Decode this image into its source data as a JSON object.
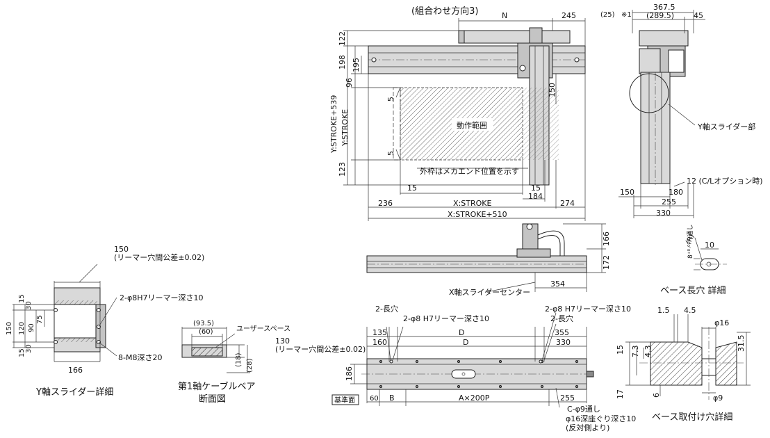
{
  "labels": {
    "dir_title": "(組合わせ方向3)",
    "N": "N",
    "d245": "245",
    "d122": "122",
    "d198": "198",
    "d195": "195",
    "d96": "96",
    "y_stroke_539": "Y:STROKE+539",
    "y_stroke": "Y:STROKE",
    "d123": "123",
    "d5a": "5",
    "d5b": "5",
    "d150v": "150",
    "motion_range": "動作範囲",
    "frame_note": "外枠はメカエンド位置を示す",
    "d15a": "15",
    "d15b": "15",
    "d184": "184",
    "d236": "236",
    "x_stroke": "X:STROKE",
    "d274": "274",
    "x_stroke_510": "X:STROKE+510",
    "d166v": "166",
    "d172": "172",
    "x_slider_center": "X軸スライダーセンター",
    "d354": "354",
    "side_25": "(25)",
    "side_note1": "※1",
    "side_3675": "367.5",
    "side_2895": "(289.5)",
    "side_45": "45",
    "y_slider_part": "Y軸スライダー部",
    "cl_option": "12 (C/Lオプション時)",
    "side_150": "150",
    "side_180": "180",
    "side_255": "255",
    "side_330": "330",
    "slot_R": "(R)",
    "slot_8tol": "8⁺⁰·⁰¹⁵₀通し",
    "slot_10": "10",
    "slot_title": "ベース長穴 詳細",
    "ys_150": "150",
    "ys_reamer_tol": "(リーマー穴間公差±0.02)",
    "ys_pin": "2-φ8H7リーマー深さ10",
    "ys_tap": "8-M8深さ20",
    "ys_15a": "15",
    "ys_30a": "30",
    "ys_150v": "150",
    "ys_120": "120",
    "ys_90": "90",
    "ys_75": "75",
    "ys_15b": "15",
    "ys_30b": "30",
    "ys_166": "166",
    "ys_title": "Y軸スライダー詳細",
    "cb_935": "(93.5)",
    "cb_60": "(60)",
    "cb_user_space": "ユーザースペース",
    "cb_18": "(18)",
    "cb_28": "(28)",
    "cb_title1": "第1軸ケーブルベア",
    "cb_title2": "断面図",
    "bot_slot_left": "2-長穴",
    "bot_pin": "2-φ8 H7リーマー深さ10",
    "bot_pin_right": "2-φ8 H7リーマー深さ10",
    "bot_slot_right": "2-長穴",
    "bot_135": "135",
    "bot_160": "160",
    "bot_D1": "D",
    "bot_D2": "D",
    "bot_355": "355",
    "bot_330": "330",
    "bot_130": "130",
    "bot_reamer_tol": "(リーマー穴間公差±0.02)",
    "bot_186": "186",
    "bot_ref": "基準面",
    "bot_60": "60",
    "bot_B": "B",
    "bot_A200P": "A×200P",
    "bot_255": "255",
    "bot_hole1": "C-φ9通し",
    "bot_hole2": "φ16深座ぐり深さ10",
    "bot_hole3": "(反対側より)",
    "bh_15": "1.5",
    "bh_45": "4.5",
    "bh_16": "φ16",
    "bh_315": "31.5",
    "bh_15v": "15",
    "bh_73": "7.3",
    "bh_43": "4.3",
    "bh_17": "17",
    "bh_6": "6",
    "bh_9": "φ9",
    "bh_title": "ベース取付け穴詳細"
  }
}
